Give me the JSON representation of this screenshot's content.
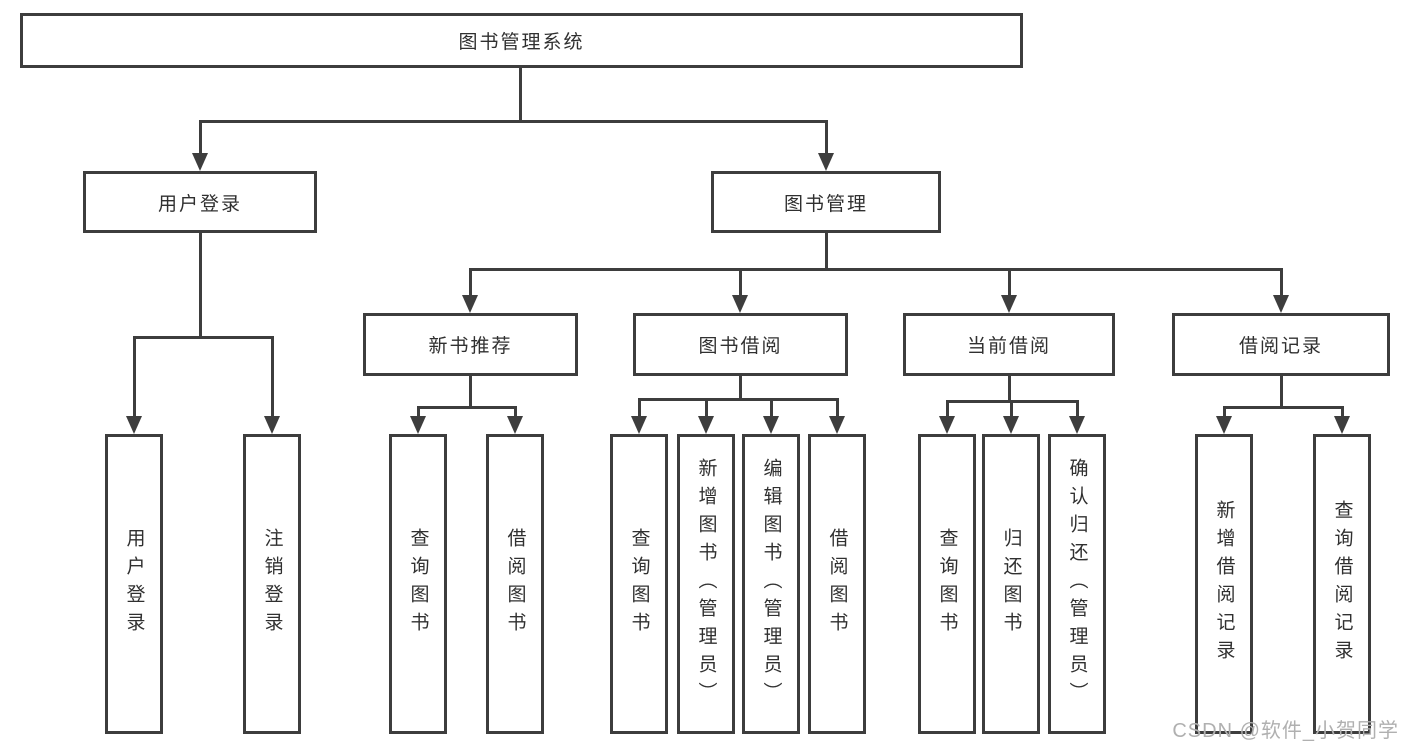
{
  "diagram_type": "hierarchy",
  "colors": {
    "line": "#3d3d3d",
    "text": "#303030",
    "watermark": "#b0b0b0"
  },
  "watermark": "CSDN @软件_小贺同学",
  "tree": {
    "label": "图书管理系统",
    "children": [
      {
        "label": "用户登录",
        "children": [
          {
            "label": "用户登录"
          },
          {
            "label": "注销登录"
          }
        ]
      },
      {
        "label": "图书管理",
        "children": [
          {
            "label": "新书推荐",
            "children": [
              {
                "label": "查询图书"
              },
              {
                "label": "借阅图书"
              }
            ]
          },
          {
            "label": "图书借阅",
            "children": [
              {
                "label": "查询图书"
              },
              {
                "label": "新增图书（管理员）"
              },
              {
                "label": "编辑图书（管理员）"
              },
              {
                "label": "借阅图书"
              }
            ]
          },
          {
            "label": "当前借阅",
            "children": [
              {
                "label": "查询图书"
              },
              {
                "label": "归还图书"
              },
              {
                "label": "确认归还（管理员）"
              }
            ]
          },
          {
            "label": "借阅记录",
            "children": [
              {
                "label": "新增借阅记录"
              },
              {
                "label": "查询借阅记录"
              }
            ]
          }
        ]
      }
    ]
  }
}
